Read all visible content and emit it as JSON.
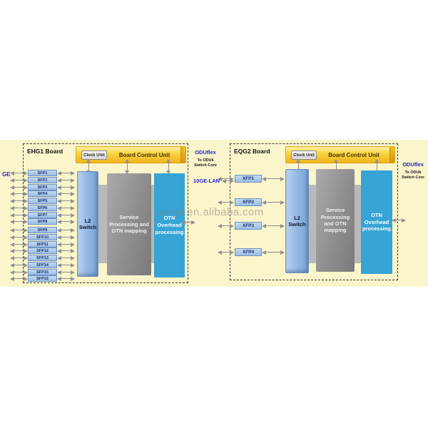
{
  "watermark": "uonel.en.alibaba.com",
  "colors": {
    "band_yellow": "#faf5cb",
    "bar_gold": "#f0b31d",
    "otn_cyan": "#36a4d4",
    "port_blue": "#9dbde4",
    "label_blue": "#2323cc",
    "arrow_gray": "#8f8f8f"
  },
  "boards": [
    {
      "title": "EHG1 Board",
      "clock_unit": "Clock Unit",
      "board_control_unit": "Board Control Unit",
      "l2_switch": "L2 Switch",
      "service_block": "Service Processing and OTN mapping",
      "otn_block": "OTN Overhead processing",
      "ports": [
        "SFP1",
        "SFP2",
        "SFP3",
        "SFP4",
        "SFP5",
        "SFP6",
        "SFP7",
        "SFP8",
        "SFP9",
        "SFP10",
        "SFP11",
        "SFP12",
        "SFP13",
        "SFP14",
        "SFP15",
        "SFP16"
      ]
    },
    {
      "title": "EQG2 Board",
      "clock_unit": "Clock Unit",
      "board_control_unit": "Board Control Unit",
      "l2_switch": "L2 Switch",
      "service_block": "Service Processing and OTN mapping",
      "otn_block": "OTN Overhead processing",
      "ports": [
        "XFP1",
        "XFP2",
        "XFP3",
        "XFP4"
      ]
    }
  ],
  "labels": {
    "ge": "GE",
    "mid_oduflex": "ODUflex",
    "mid_to_oduk": "To ODUk Switch Core",
    "ten_ge_lan": "10GE-LAN",
    "right_oduflex": "ODUflex",
    "right_to_oduk": "To ODUk Switch Core"
  }
}
